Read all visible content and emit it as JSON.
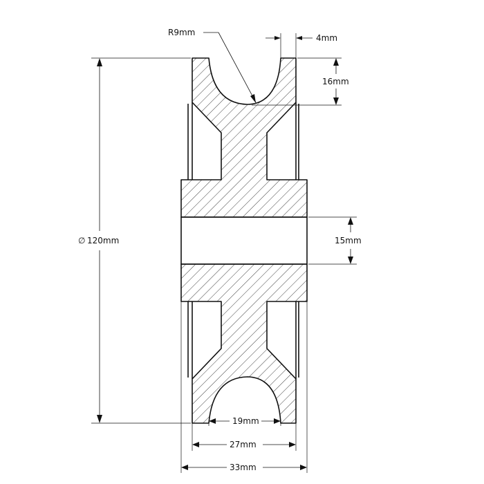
{
  "drawing": {
    "dimensions": {
      "groove_radius": "R9mm",
      "flange_lip": "4mm",
      "groove_depth": "16mm",
      "outer_diameter": "120mm",
      "bore": "15mm",
      "groove_width": "19mm",
      "flange_width": "27mm",
      "hub_width": "33mm"
    },
    "diameter_symbol": "∅",
    "colors": {
      "line": "#111111",
      "background": "#ffffff"
    }
  }
}
